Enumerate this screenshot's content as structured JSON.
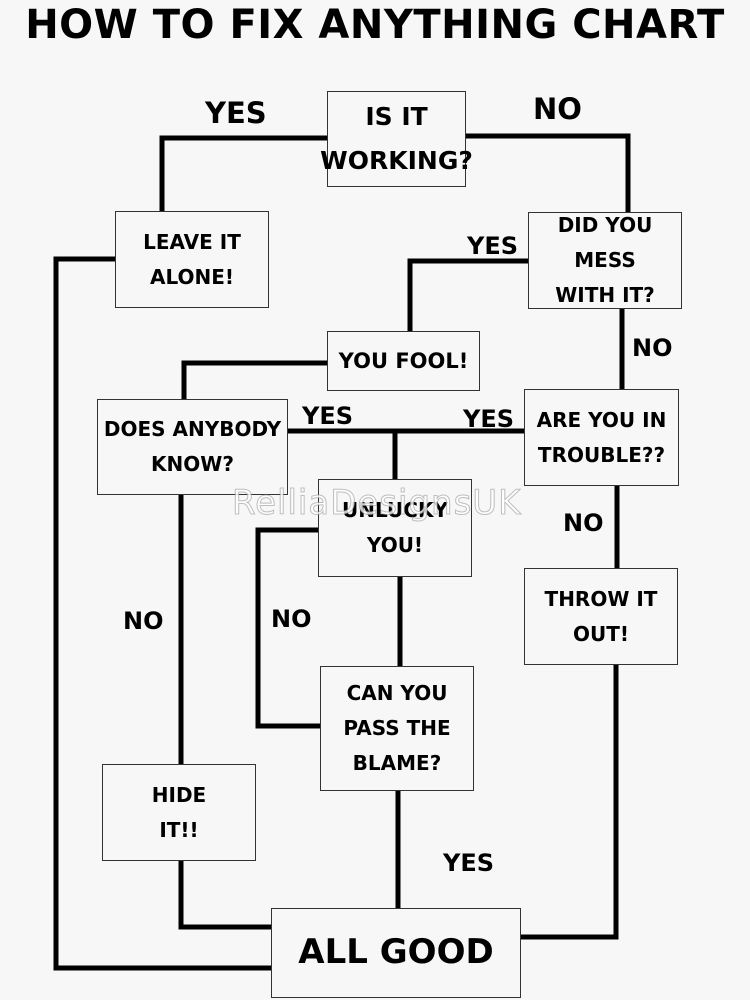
{
  "title": "HOW TO FIX ANYTHING CHART",
  "colors": {
    "line": "#000000",
    "box_border": "#333333",
    "background": "#f7f7f7"
  },
  "boxes": {
    "start": "IS IT\nWORKING?",
    "leave": "LEAVE IT\nALONE!",
    "tampered": "DID YOU MESS\nWITH IT?",
    "fool": "YOU FOOL!",
    "aware": "DOES ANYBODY\nKNOW?",
    "trouble": "ARE YOU IN\nTROUBLE??",
    "unlucky": "UNLUCKY\nYOU!",
    "discard": "THROW IT OUT!",
    "blame": "CAN YOU\nPASS THE\nBLAME?",
    "conceal": "HIDE\nIT!!",
    "end": "ALL GOOD"
  },
  "labels": {
    "start_yes": "YES",
    "start_no": "NO",
    "tampered_yes": "YES",
    "tampered_no": "NO",
    "aware_yes": "YES",
    "aware_no": "NO",
    "trouble_yes": "YES",
    "trouble_no": "NO",
    "blame_no": "NO",
    "blame_yes": "YES"
  },
  "watermark": "RelliaDesignsUK"
}
